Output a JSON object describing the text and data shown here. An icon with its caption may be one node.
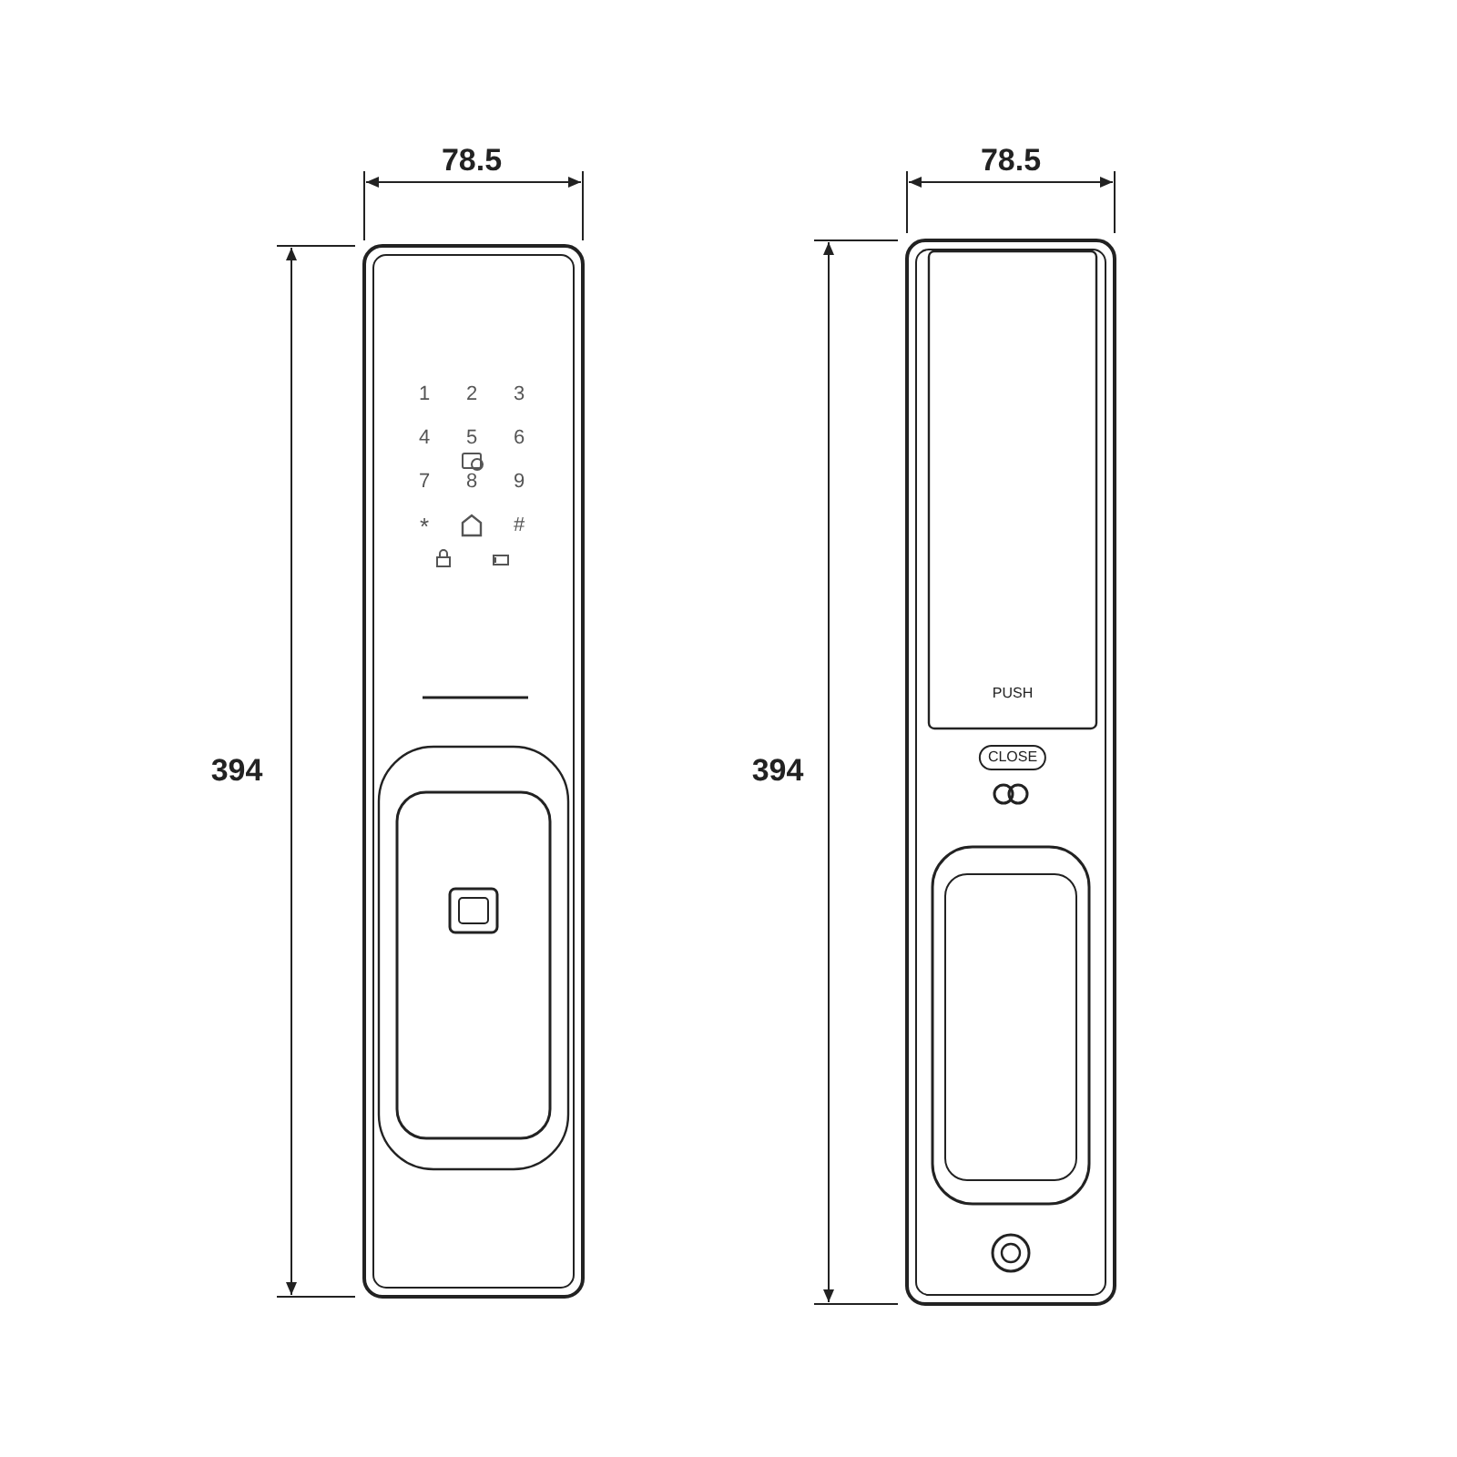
{
  "diagram": {
    "labels": [
      "78.5",
      "78.5",
      "394",
      "394",
      "1",
      "2",
      "3",
      "4",
      "5",
      "6",
      "7",
      "8",
      "9",
      "*",
      "#",
      "PUSH",
      "CLOSE"
    ]
  }
}
